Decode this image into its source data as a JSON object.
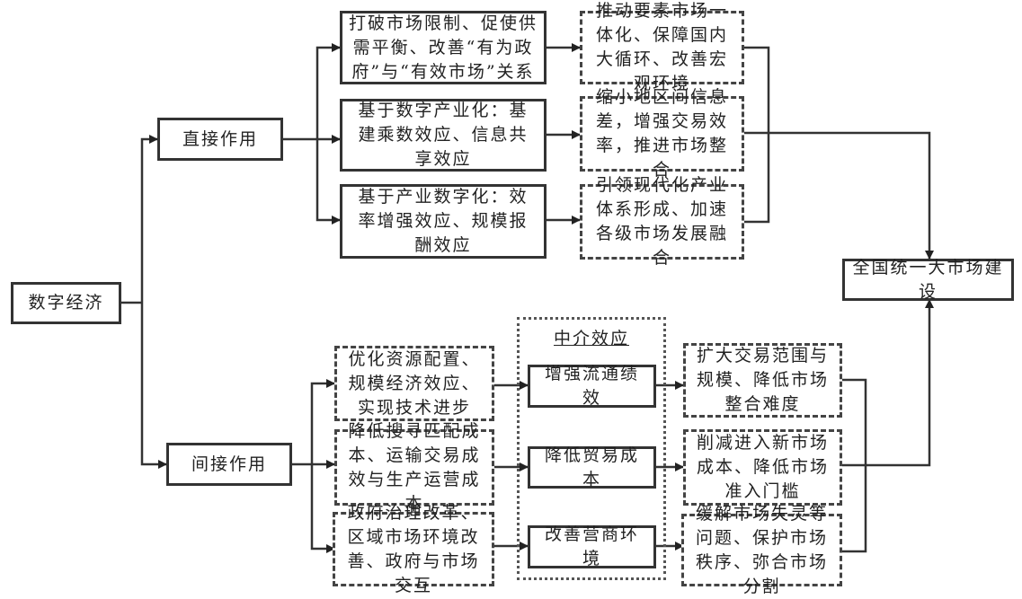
{
  "diagram": {
    "root": {
      "label": "数字经济"
    },
    "direct": {
      "label": "直接作用",
      "mechanisms": [
        {
          "label": "打破市场限制、促使供需平衡、改善“有为政府”与“有效市场”关系"
        },
        {
          "label": "基于数字产业化：基建乘数效应、信息共享效应"
        },
        {
          "label": "基于产业数字化：效率增强效应、规模报酬效应"
        }
      ],
      "outcomes": [
        {
          "label": "推动要素市场一体化、保障国内大循环、改善宏观环境"
        },
        {
          "label": "缩小地区间信息差，增强交易效率，推进市场整合"
        },
        {
          "label": "引领现代化产业体系形成、加速各级市场发展融合"
        }
      ]
    },
    "indirect": {
      "label": "间接作用",
      "mechanisms": [
        {
          "label": "优化资源配置、规模经济效应、实现技术进步"
        },
        {
          "label": "降低搜寻匹配成本、运输交易成效与生产运营成本"
        },
        {
          "label": "政府治理改革、区域市场环境改善、政府与市场交互"
        }
      ],
      "mediation": {
        "title": "中介效应",
        "items": [
          {
            "label": "增强流通绩效"
          },
          {
            "label": "降低贸易成本"
          },
          {
            "label": "改善营商环境"
          }
        ]
      },
      "outcomes": [
        {
          "label": "扩大交易范围与规模、降低市场整合难度"
        },
        {
          "label": "削减进入新市场成本、降低市场准入门槛"
        },
        {
          "label": "缓解市场失灵等问题、保护市场秩序、弥合市场分割"
        }
      ]
    },
    "target": {
      "label": "全国统一大市场建设"
    }
  }
}
